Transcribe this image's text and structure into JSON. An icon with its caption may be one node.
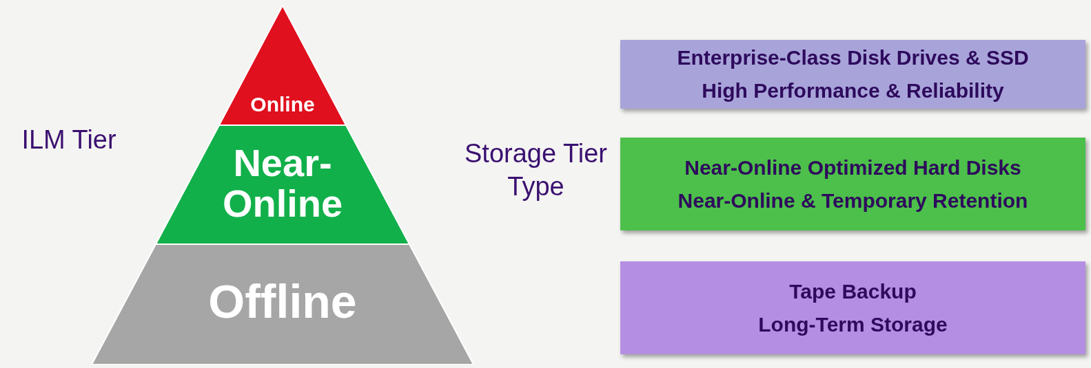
{
  "diagram": {
    "nodes": [
      {
        "text": [
          "Online"
        ]
      },
      {
        "text": [
          "Near- Online"
        ]
      },
      {
        "text": [
          "Offline"
        ]
      },
      {
        "text": [
          "Enterprise-Class Disk Drives & SSD",
          "High Performance & Reliability"
        ]
      },
      {
        "text": [
          "Near-Online Optimized Hard Disks",
          "Near-Online & Temporary Retention"
        ]
      },
      {
        "text": [
          "Tape Backup",
          "Long-Term Storage"
        ]
      }
    ],
    "labels": [
      "ILM Tier",
      "Storage Tier Type"
    ]
  }
}
